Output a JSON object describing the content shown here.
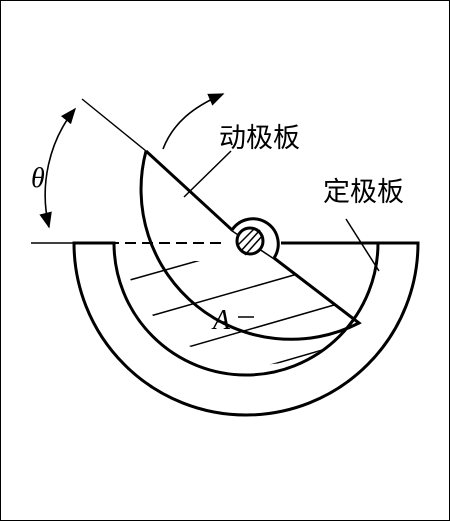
{
  "labels": {
    "moving_plate": "动极板",
    "fixed_plate": "定极板",
    "angle": "θ",
    "area": "A"
  }
}
